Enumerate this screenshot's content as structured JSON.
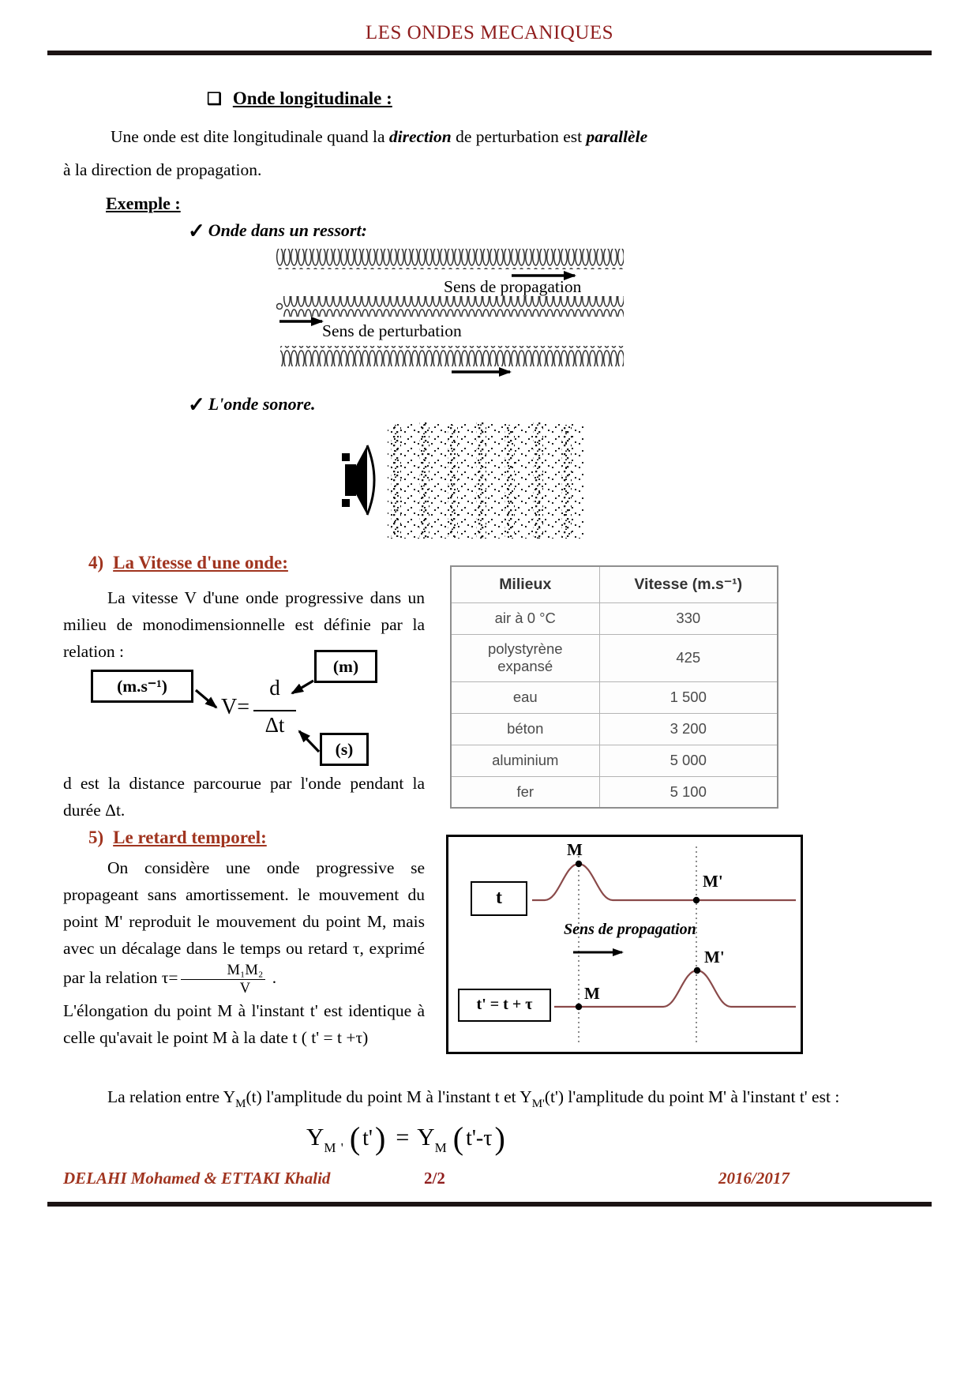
{
  "colors": {
    "title_red": "#8f1d1d",
    "section_red": "#a0341f",
    "wave_line": "#8a4a4a"
  },
  "header": {
    "title": "LES ONDES MECANIQUES"
  },
  "longitudinale": {
    "bullet": "❑",
    "heading": "Onde longitudinale :",
    "p1_pre": "Une onde est dite longitudinale quand la ",
    "p1_b1": "direction",
    "p1_mid": " de perturbation est ",
    "p1_b2": "parallèle",
    "p1_line2": "à la direction de propagation.",
    "exemple": "Exemple :",
    "check": "✓",
    "item1": "Onde dans un ressort:",
    "label_propagation": "Sens de propagation",
    "label_perturbation": "Sens de perturbation",
    "item2": "L'onde sonore."
  },
  "vitesse": {
    "num": "4)",
    "heading": "La Vitesse d'une onde:",
    "p1": "La vitesse V d'une onde progressive dans un milieu de monodimensionnelle est définie par la relation :",
    "box_ms": "(m.s⁻¹)",
    "box_m": "(m)",
    "box_s": "(s)",
    "v_eq": "V=",
    "frac_num": "d",
    "frac_den": "Δt",
    "p2": "d est la distance parcourue par l'onde pendant la durée Δt."
  },
  "table": {
    "headers": [
      "Milieux",
      "Vitesse (m.s⁻¹)"
    ],
    "rows": [
      [
        "air à 0 °C",
        "330"
      ],
      [
        "polystyrène expansé",
        "425"
      ],
      [
        "eau",
        "1 500"
      ],
      [
        "béton",
        "3 200"
      ],
      [
        "aluminium",
        "5 000"
      ],
      [
        "fer",
        "5 100"
      ]
    ]
  },
  "retard": {
    "num": "5)",
    "heading": "Le retard temporel:",
    "p1": "On considère une onde progressive se propageant sans amortissement. le mouvement du point M' reproduit le mouvement du point M, mais avec un décalage dans le temps ou retard τ, exprimé par la relation ",
    "tau_eq": "τ=",
    "frac_num": "M₁M₂",
    "frac_den": "V",
    "p1_end": " .",
    "p2": "L'élongation du point M à l'instant t' est identique à celle qu'avait le point M à la date t ( t' = t +τ)",
    "fig": {
      "box_t": "t",
      "box_t2": "t' = t + τ",
      "m_top": "M",
      "mp_top": "M'",
      "sens": "Sens de propagation",
      "m_bot": "M",
      "mp_bot": "M'"
    }
  },
  "relation": {
    "p_a": "La relation entre Y",
    "sub_a": "M",
    "p_b": "(t) l'amplitude du point M à l'instant t et Y",
    "sub_b": "M'",
    "p_c": "(t') l'amplitude du point M' à l'instant t' est :",
    "f_y1": "Y",
    "f_s1": "M '",
    "f_lp1": "(",
    "f_a1": "t'",
    "f_rp1": ")",
    "f_eq": "=",
    "f_y2": "Y",
    "f_s2": "M",
    "f_lp2": "(",
    "f_a2": "t'-τ",
    "f_rp2": ")"
  },
  "footer": {
    "authors": "DELAHI Mohamed & ETTAKI Khalid",
    "page": "2/2",
    "year": "2016/2017"
  }
}
